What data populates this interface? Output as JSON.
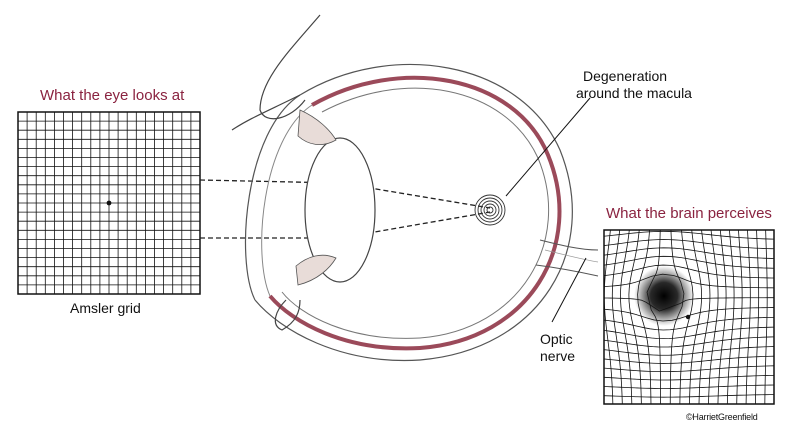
{
  "labels": {
    "eye_looks": "What the eye looks at",
    "amsler": "Amsler grid",
    "degeneration_line1": "Degeneration",
    "degeneration_line2": "around the macula",
    "brain_perceives": "What the brain perceives",
    "optic_line1": "Optic",
    "optic_line2": "nerve",
    "credit": "©HarrietGreenfield"
  },
  "colors": {
    "accent": "#8a2340",
    "ink": "#111111",
    "eye_wall": "#9b4a5a"
  },
  "grid": {
    "cells": 20
  }
}
